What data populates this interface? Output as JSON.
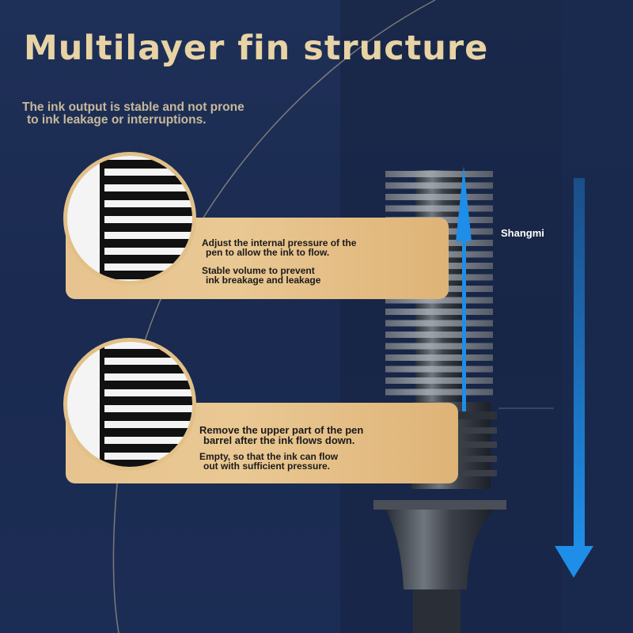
{
  "title": "Multilayer fin structure",
  "subtitle_lines": [
    "The ink output is stable and not prone",
    "to ink leakage or interruptions."
  ],
  "brand_label": "Shangmi",
  "cards": [
    {
      "text_a": [
        "Adjust the internal pressure of the",
        "pen to allow the ink to flow."
      ],
      "text_b": [
        "Stable volume to prevent",
        "ink breakage and leakage"
      ]
    },
    {
      "text_a": [
        "Remove the upper part of the pen",
        "barrel after the ink flows down."
      ],
      "text_b": [
        "Empty, so that the ink can flow",
        "out with sufficient pressure."
      ]
    }
  ],
  "icons": {
    "up_arrow": "up-arrow-icon",
    "down_arrow": "down-arrow-icon"
  },
  "colors": {
    "title": "#e8d3a4",
    "subtitle": "#c8b99b",
    "card": "#e7c48f",
    "arrow": "#1e8ee8",
    "background": "#1c2b4f"
  }
}
